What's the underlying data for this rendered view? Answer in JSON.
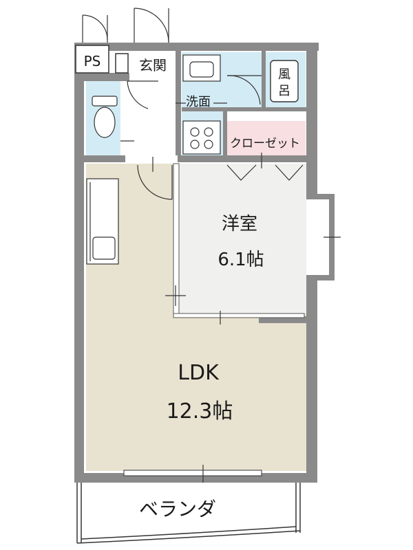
{
  "floorplan": {
    "rooms": {
      "ldk": {
        "name": "LDK",
        "size": "12.3帖"
      },
      "western": {
        "name": "洋室",
        "size": "6.1帖"
      },
      "closet": {
        "name": "クローゼット"
      },
      "washroom": {
        "name": "洗面"
      },
      "bath": {
        "name": "風呂"
      },
      "entrance": {
        "name": "玄関"
      },
      "ps": {
        "name": "PS"
      },
      "balcony": {
        "name": "ベランダ"
      }
    },
    "colors": {
      "ldk_floor": "#e8e2d0",
      "western_floor": "#f0f0ee",
      "closet_floor": "#f7dfe2",
      "wet_area": "#d3ebf4",
      "wall": "#8a8a8a",
      "background": "#ffffff"
    }
  }
}
